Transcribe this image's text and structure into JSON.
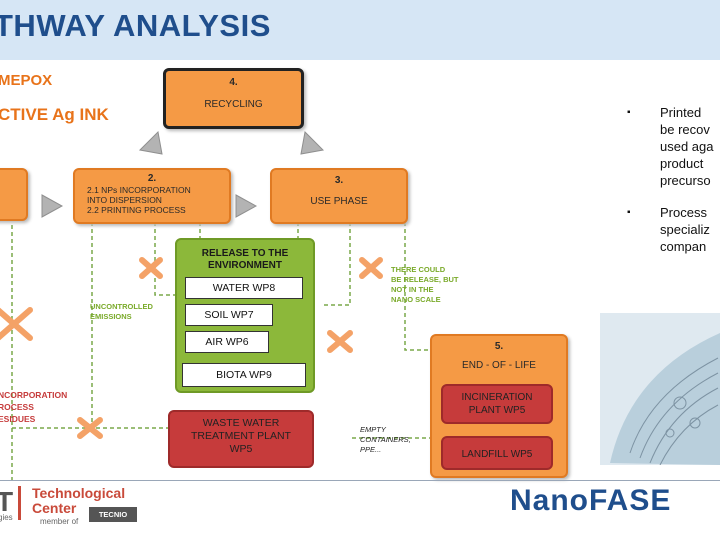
{
  "header": {
    "title": "THWAY ANALYSIS"
  },
  "subtitles": {
    "line1": "MEPOX",
    "line2": "CTIVE Ag INK"
  },
  "stages": {
    "recycling": {
      "num": "4.",
      "label": "RECYCLING"
    },
    "incorporation": {
      "num": "2.",
      "line1": "2.1 NPs INCORPORATION",
      "line2": "INTO DISPERSION",
      "line3": "2.2 PRINTING PROCESS"
    },
    "use": {
      "num": "3.",
      "label": "USE PHASE"
    },
    "eol": {
      "num": "5.",
      "label": "END - OF - LIFE"
    }
  },
  "release": {
    "title1": "RELEASE TO THE",
    "title2": "ENVIRONMENT",
    "water": "WATER WP8",
    "soil": "SOIL WP7",
    "air": "AIR WP6",
    "biota": "BIOTA WP9"
  },
  "notes": {
    "there1": "THERE COULD",
    "there2": "BE RELEASE, BUT",
    "there3": "NOT IN THE",
    "there4": "NANO SCALE",
    "unc1": "UNCONTROLLED",
    "unc2": "EMISSIONS",
    "inc1": "NCORPORATION",
    "inc2": "ROCESS",
    "inc3": "ESIDUES",
    "empty1": "EMPTY",
    "empty2": "CONTAINERS,",
    "empty3": "PPE..."
  },
  "wwtp": {
    "l1": "WASTE WATER",
    "l2": "TREATMENT PLANT",
    "l3": "WP5"
  },
  "incineration": {
    "l1": "INCINERATION",
    "l2": "PLANT WP5"
  },
  "landfill": {
    "label": "LANDFILL WP5"
  },
  "bullets": [
    {
      "lines": [
        "Printed",
        "be recov",
        "used aga",
        "product",
        "precurso"
      ]
    },
    {
      "lines": [
        "Process",
        "specializ",
        "compan"
      ]
    }
  ],
  "footer": {
    "logo_left": "T",
    "tc1": "Technological",
    "tc2": "Center",
    "member": "member of",
    "tecnio": "TECNIO",
    "gies": "gies",
    "nanofase": "NanoFASE"
  },
  "colors": {
    "orange": "#f59a45",
    "green": "#8cb83a",
    "red": "#c63b3b",
    "blue": "#1f4e8c"
  }
}
